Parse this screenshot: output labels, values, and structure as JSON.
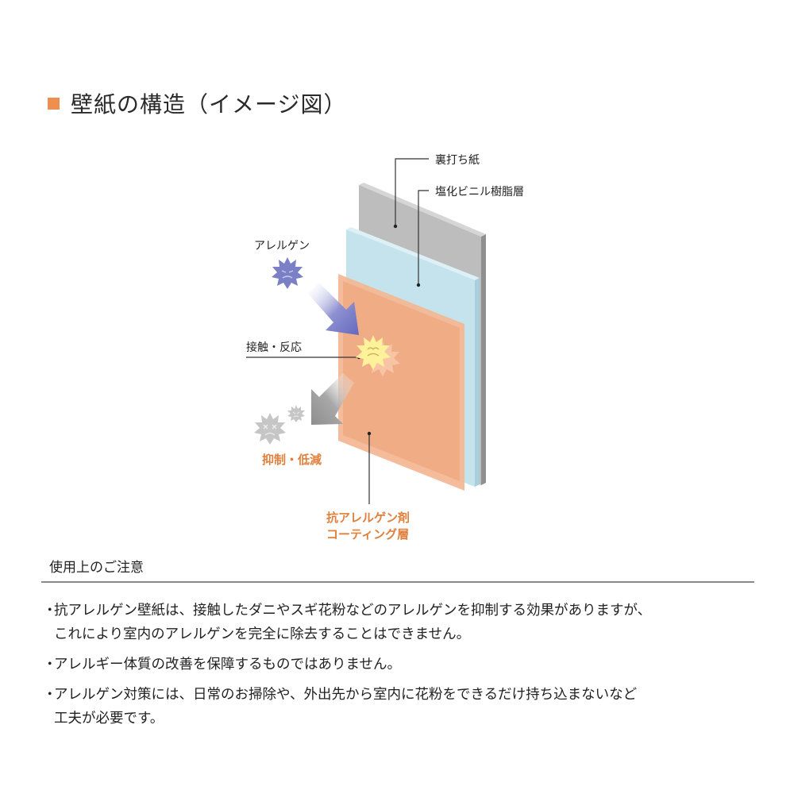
{
  "header": {
    "title": "壁紙の構造（イメージ図）",
    "marker_color": "#ee8e4f"
  },
  "diagram": {
    "layers": [
      {
        "id": "backing-paper",
        "label": "裏打ち紙",
        "color": "#bcbcbc"
      },
      {
        "id": "pvc-resin",
        "label": "塩化ビニル樹脂層",
        "color": "#c3e3ee"
      },
      {
        "id": "anti-allergen-coating",
        "label": "抗アレルゲン剤\nコーティング層",
        "label_lines": [
          "抗アレルゲン剤",
          "コーティング層"
        ],
        "color": "#f2b08a"
      }
    ],
    "annotations": {
      "allergen": "アレルゲン",
      "contact_reaction": "接触・反応",
      "suppress_reduce": "抑制・低減"
    },
    "colors": {
      "allergen": "#7a7fc6",
      "arrow_in": "#6f73c4",
      "reaction": "#fdf29a",
      "arrow_out": "#9a9a9a",
      "suppressed": "#c8c8c8",
      "accent_text": "#e0803c"
    }
  },
  "notice": {
    "heading": "使用上のご注意",
    "bullet": "・",
    "items": [
      {
        "lines": [
          "抗アレルゲン壁紙は、接触したダニやスギ花粉などのアレルゲンを抑制する効果がありますが、",
          "これにより室内のアレルゲンを完全に除去することはできません。"
        ]
      },
      {
        "lines": [
          "アレルギー体質の改善を保障するものではありません。"
        ]
      },
      {
        "lines": [
          "アレルゲン対策には、日常のお掃除や、外出先から室内に花粉をできるだけ持ち込まないなど",
          "工夫が必要です。"
        ]
      }
    ]
  }
}
